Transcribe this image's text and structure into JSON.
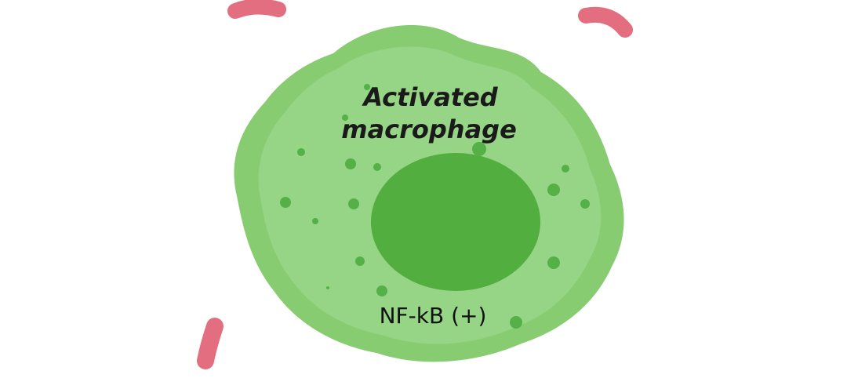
{
  "cell": {
    "title_line1": "Activated",
    "title_line2": "macrophage",
    "marker": "NF-kB (+)"
  },
  "colors": {
    "membrane_outer": "#88cc72",
    "cytoplasm": "#96d585",
    "granule": "#55b048",
    "nucleus": "#52ae3e",
    "bacteria": "#e36e80",
    "text": "#1a1a1a"
  }
}
